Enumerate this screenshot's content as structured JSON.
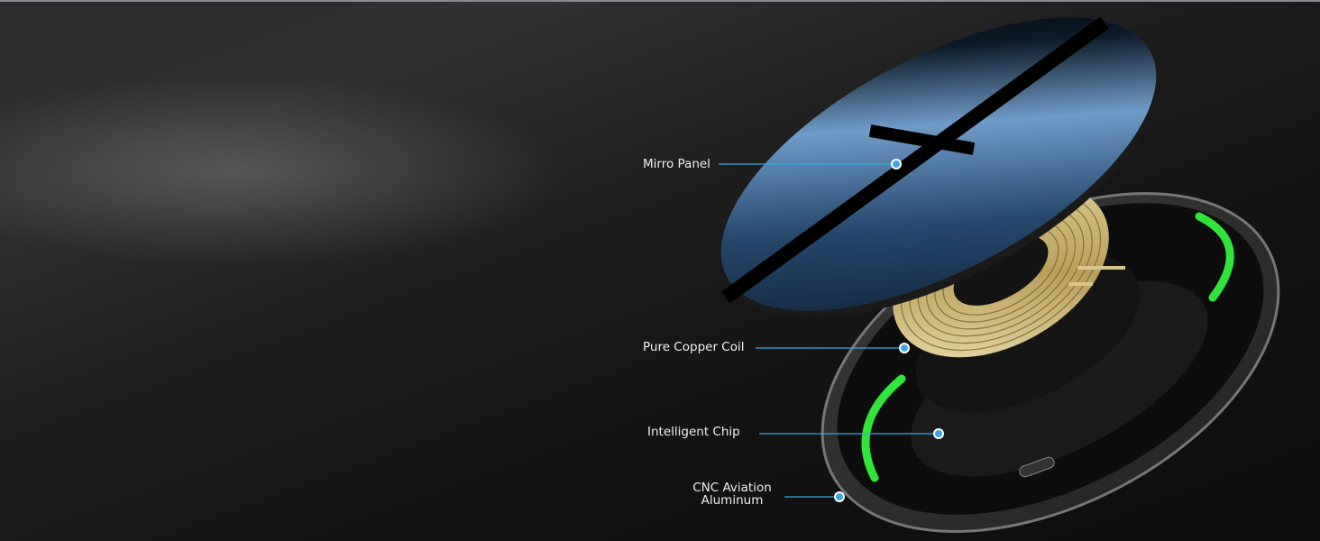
{
  "labels": {
    "mirror_panel": "Mirro Panel",
    "copper_coil": "Pure Copper Coil",
    "chip": "Intelligent Chip",
    "aluminum_line1": "CNC Aviation",
    "aluminum_line2": "Aluminum"
  },
  "colors": {
    "callout": "#3aa7e0",
    "accent_green": "#2ee63a",
    "coil_gold": "#d8c58a",
    "panel_blue": "#3d6a99"
  }
}
